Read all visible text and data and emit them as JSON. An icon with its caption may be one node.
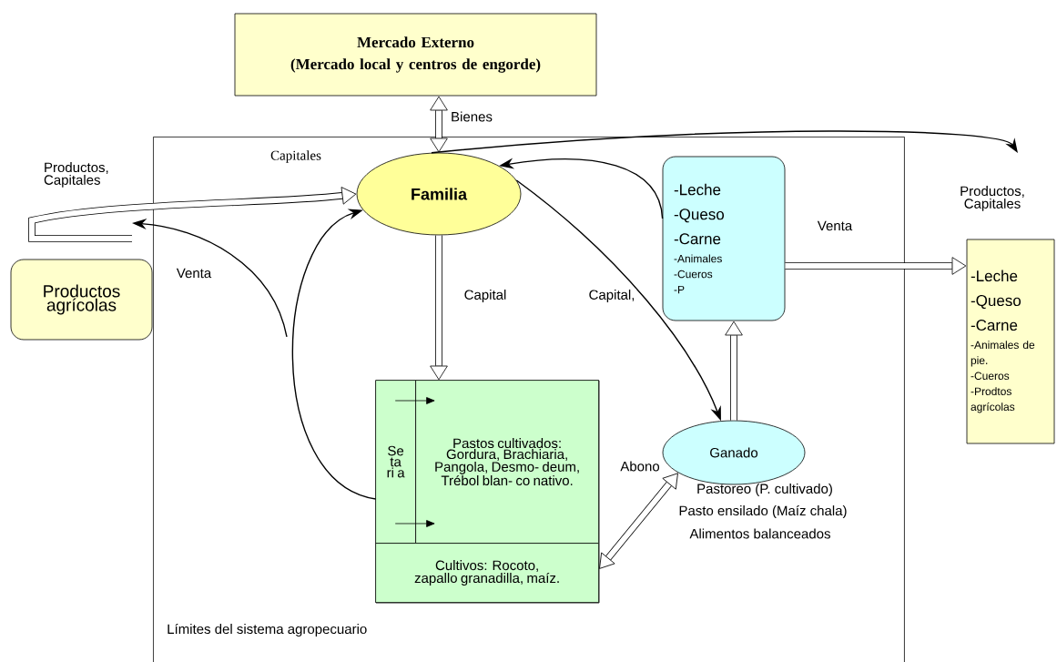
{
  "diagram": {
    "nodes": [
      {
        "text": [
          "Mercado Externo",
          "(Mercado local y centros de engorde)"
        ]
      },
      {
        "text": [
          "Límites del sistema agropecuario"
        ]
      },
      {
        "text": [
          "Familia"
        ],
        "in": 1
      },
      {
        "text": [
          "-Leche",
          "-Queso",
          "-Carne",
          "-Animales",
          "-Cueros",
          "-P"
        ],
        "in": 1
      },
      {
        "text": [],
        "shape": "box",
        "in": 1
      },
      {
        "text": [
          "Se ta ri a"
        ],
        "in": 4
      },
      {
        "text": [
          "Pastos cultivados: Gordura, Brachiaria, Pangola, Desmo- deum, Trébol blan- co nativo."
        ],
        "in": 4
      },
      {
        "text": [
          "Cultivos: Rocoto, zapallo granadilla, maíz."
        ],
        "in": 4
      },
      {
        "text": [
          "Ganado"
        ],
        "in": 1
      },
      {
        "text": [
          "Productos agrícolas"
        ]
      },
      {
        "text": [
          "-Leche",
          "-Queso",
          "-Carne",
          "-Animales de pie.",
          "-Cueros",
          "-Prodtos agrícolas"
        ]
      }
    ],
    "edges": [
      {
        "from": 0,
        "to": 2,
        "arrow": "both",
        "label": "Bienes",
        "style": "thick"
      },
      {
        "from": null,
        "to": 2,
        "arrow": "to",
        "label": "Productos, Capitales",
        "style": "thick"
      },
      {
        "from": 4,
        "to": 2,
        "arrow": "to",
        "label": "Capitales"
      },
      {
        "from": 2,
        "to": 4,
        "arrow": "to",
        "label": "Capital",
        "style": "thick"
      },
      {
        "from": 2,
        "to": 8,
        "arrow": "to",
        "label": "Capital,"
      },
      {
        "from": 3,
        "to": 2,
        "arrow": "to"
      },
      {
        "from": 8,
        "to": 3,
        "arrow": "to",
        "style": "thick"
      },
      {
        "from": 3,
        "to": 10,
        "arrow": "to",
        "label": "Venta",
        "style": "thick"
      },
      {
        "from": 7,
        "to": 8,
        "arrow": "both",
        "label": "Abono",
        "style": "thick"
      },
      {
        "from": 2,
        "to": null,
        "arrow": "to"
      },
      {
        "from": 5,
        "to": 6,
        "arrow": "to"
      },
      {
        "from": 5,
        "to": 6,
        "arrow": "to"
      }
    ],
    "labels": [
      "Venta",
      "Productos, Capitales",
      "Pastoreo (P. cultivado)",
      "Pasto ensilado (Maíz chala)",
      "Alimentos balanceados"
    ]
  }
}
